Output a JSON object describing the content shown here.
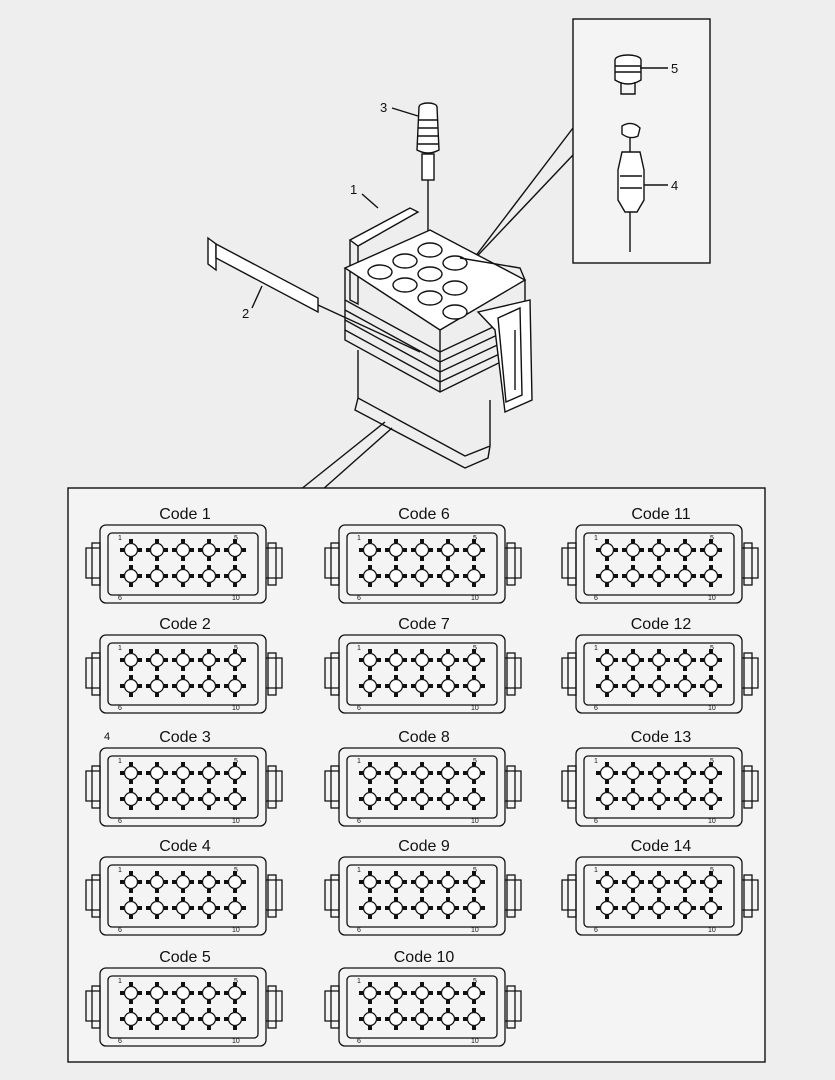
{
  "callouts": {
    "c1": "1",
    "c2": "2",
    "c3": "3",
    "c4": "4",
    "c5": "5"
  },
  "stray_mark": "4",
  "pin_numbers": {
    "first": "1",
    "fifth": "5",
    "sixth": "6",
    "tenth": "10"
  },
  "codes": [
    {
      "label": "Code 1"
    },
    {
      "label": "Code 2"
    },
    {
      "label": "Code 3"
    },
    {
      "label": "Code 4"
    },
    {
      "label": "Code 5"
    },
    {
      "label": "Code 6"
    },
    {
      "label": "Code 7"
    },
    {
      "label": "Code 8"
    },
    {
      "label": "Code 9"
    },
    {
      "label": "Code 10"
    },
    {
      "label": "Code 11"
    },
    {
      "label": "Code 12"
    },
    {
      "label": "Code 13"
    },
    {
      "label": "Code 14"
    }
  ]
}
